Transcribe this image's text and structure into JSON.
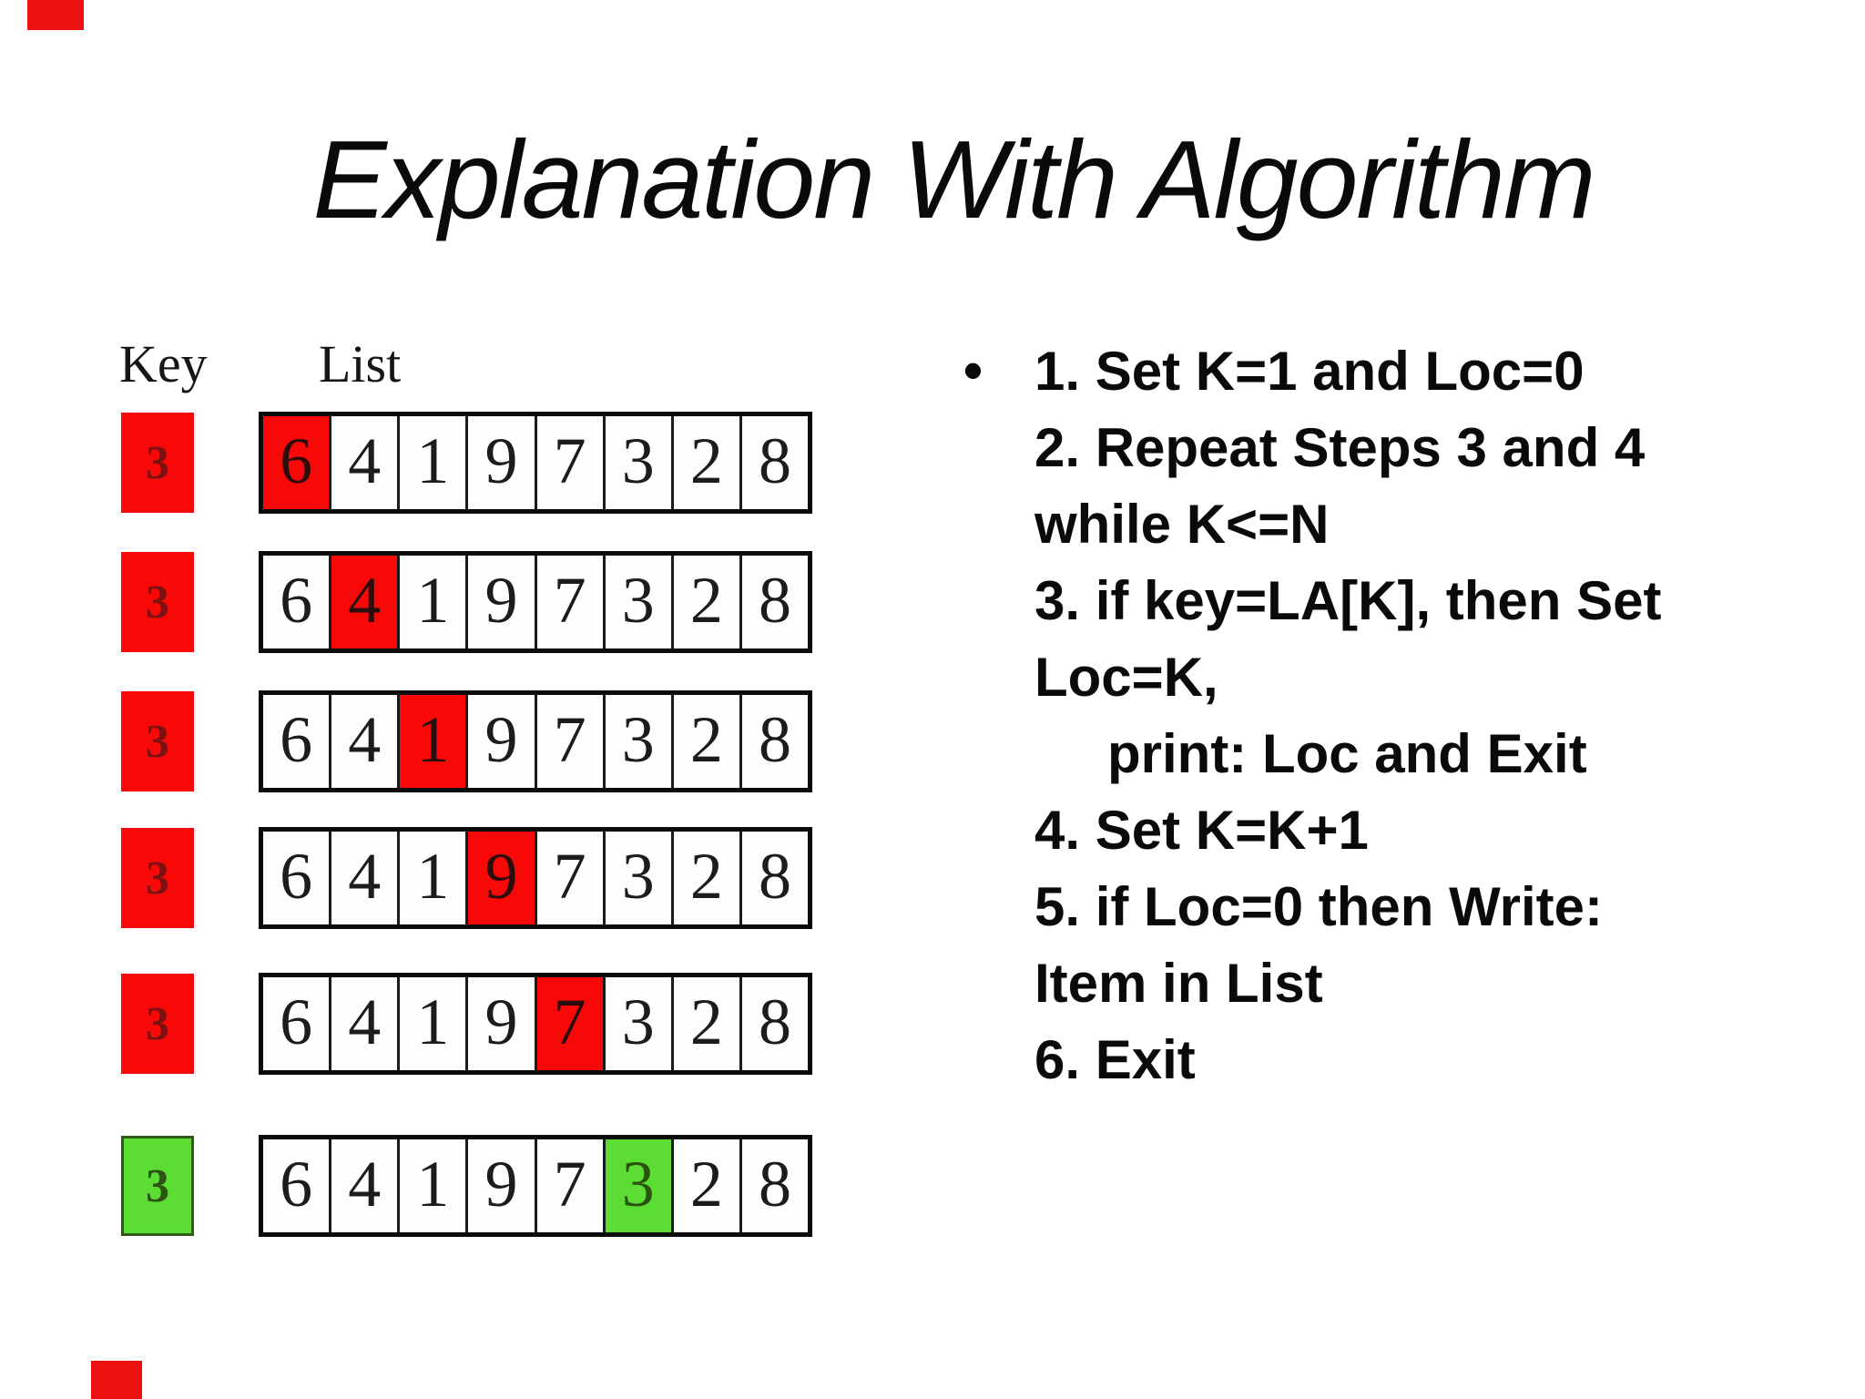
{
  "slide": {
    "title": "Explanation With Algorithm",
    "diagram": {
      "key_label": "Key",
      "list_label": "List",
      "key_value": "3",
      "list_values": [
        "6",
        "4",
        "1",
        "9",
        "7",
        "3",
        "2",
        "8"
      ],
      "rows": [
        {
          "step": 1,
          "highlight_index": 0,
          "result": "no-match"
        },
        {
          "step": 2,
          "highlight_index": 1,
          "result": "no-match"
        },
        {
          "step": 3,
          "highlight_index": 2,
          "result": "no-match"
        },
        {
          "step": 4,
          "highlight_index": 3,
          "result": "no-match"
        },
        {
          "step": 5,
          "highlight_index": 4,
          "result": "no-match"
        },
        {
          "step": 6,
          "highlight_index": 5,
          "result": "match"
        }
      ],
      "colors": {
        "no_match": "#f90808",
        "match": "#5bdd33"
      }
    },
    "algorithm": {
      "bullet": "•",
      "lines": [
        {
          "text": "1. Set K=1 and Loc=0",
          "indent": false
        },
        {
          "text": "2. Repeat Steps 3 and 4",
          "indent": false
        },
        {
          "text": "while K<=N",
          "indent": false
        },
        {
          "text": "3. if key=LA[K], then Set",
          "indent": false
        },
        {
          "text": "Loc=K,",
          "indent": false
        },
        {
          "text": "print: Loc and Exit",
          "indent": true
        },
        {
          "text": "4. Set K=K+1",
          "indent": false
        },
        {
          "text": "5. if Loc=0 then Write:",
          "indent": false
        },
        {
          "text": "Item in List",
          "indent": false
        },
        {
          "text": "6. Exit",
          "indent": false
        }
      ]
    }
  }
}
